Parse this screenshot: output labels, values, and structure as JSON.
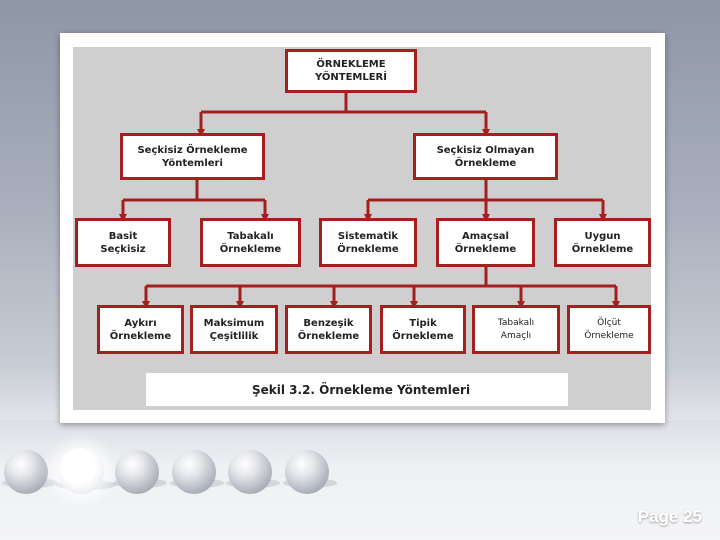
{
  "diagram": {
    "root": "ÖRNEKLEME\nYÖNTEMLERİ",
    "level1": {
      "random": "Seçkisiz Örnekleme\nYöntemleri",
      "nonrandom": "Seçkisiz Olmayan\nÖrnekleme"
    },
    "random_children": {
      "simple": "Basit\nSeçkisiz",
      "stratified": "Tabakalı\nÖrnekleme"
    },
    "nonrandom_children": {
      "systematic": "Sistematik\nÖrnekleme",
      "purposive": "Amaçsal\nÖrnekleme",
      "convenience": "Uygun\nÖrnekleme"
    },
    "purposive_children": {
      "extreme": "Aykırı\nÖrnekleme",
      "max_variation": "Maksimum\nÇeşitlilik",
      "homogeneous": "Benzeşik\nÖrnekleme",
      "typical": "Tipik\nÖrnekleme",
      "stratified_purposive": "Tabakalı\nAmaçlı",
      "criterion": "Ölçüt\nÖrnekleme"
    },
    "caption": "Şekil 3.2. Örnekleme Yöntemleri"
  },
  "footer": {
    "page_label": "Page 25"
  },
  "colors": {
    "box_border": "#a61f1f",
    "connector": "#a61f1f",
    "figure_bg": "#cfcfcf"
  }
}
